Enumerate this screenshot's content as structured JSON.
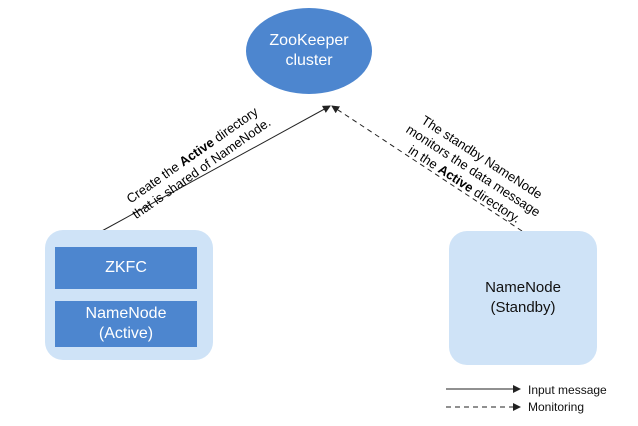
{
  "zookeeper": {
    "line1": "ZooKeeper",
    "line2": "cluster"
  },
  "active_node": {
    "zkfc_label": "ZKFC",
    "namenode_line1": "NameNode",
    "namenode_line2": "(Active)"
  },
  "standby_node": {
    "line1": "NameNode",
    "line2": "(Standby)"
  },
  "edges": {
    "left_label": {
      "line1_pre": "Create the ",
      "line1_bold": "Active",
      "line1_post": " directory",
      "line2": "that is shared of NameNode."
    },
    "right_label": {
      "line1": "The standby NameNode",
      "line2": "monitors the data message",
      "line3_pre": "in the ",
      "line3_bold": "Active",
      "line3_post": " directory."
    }
  },
  "legend": {
    "input_message": "Input message",
    "monitoring": "Monitoring"
  },
  "colors": {
    "node_fill": "#4d86cf",
    "container_fill": "#cfe3f7",
    "line": "#333333"
  }
}
